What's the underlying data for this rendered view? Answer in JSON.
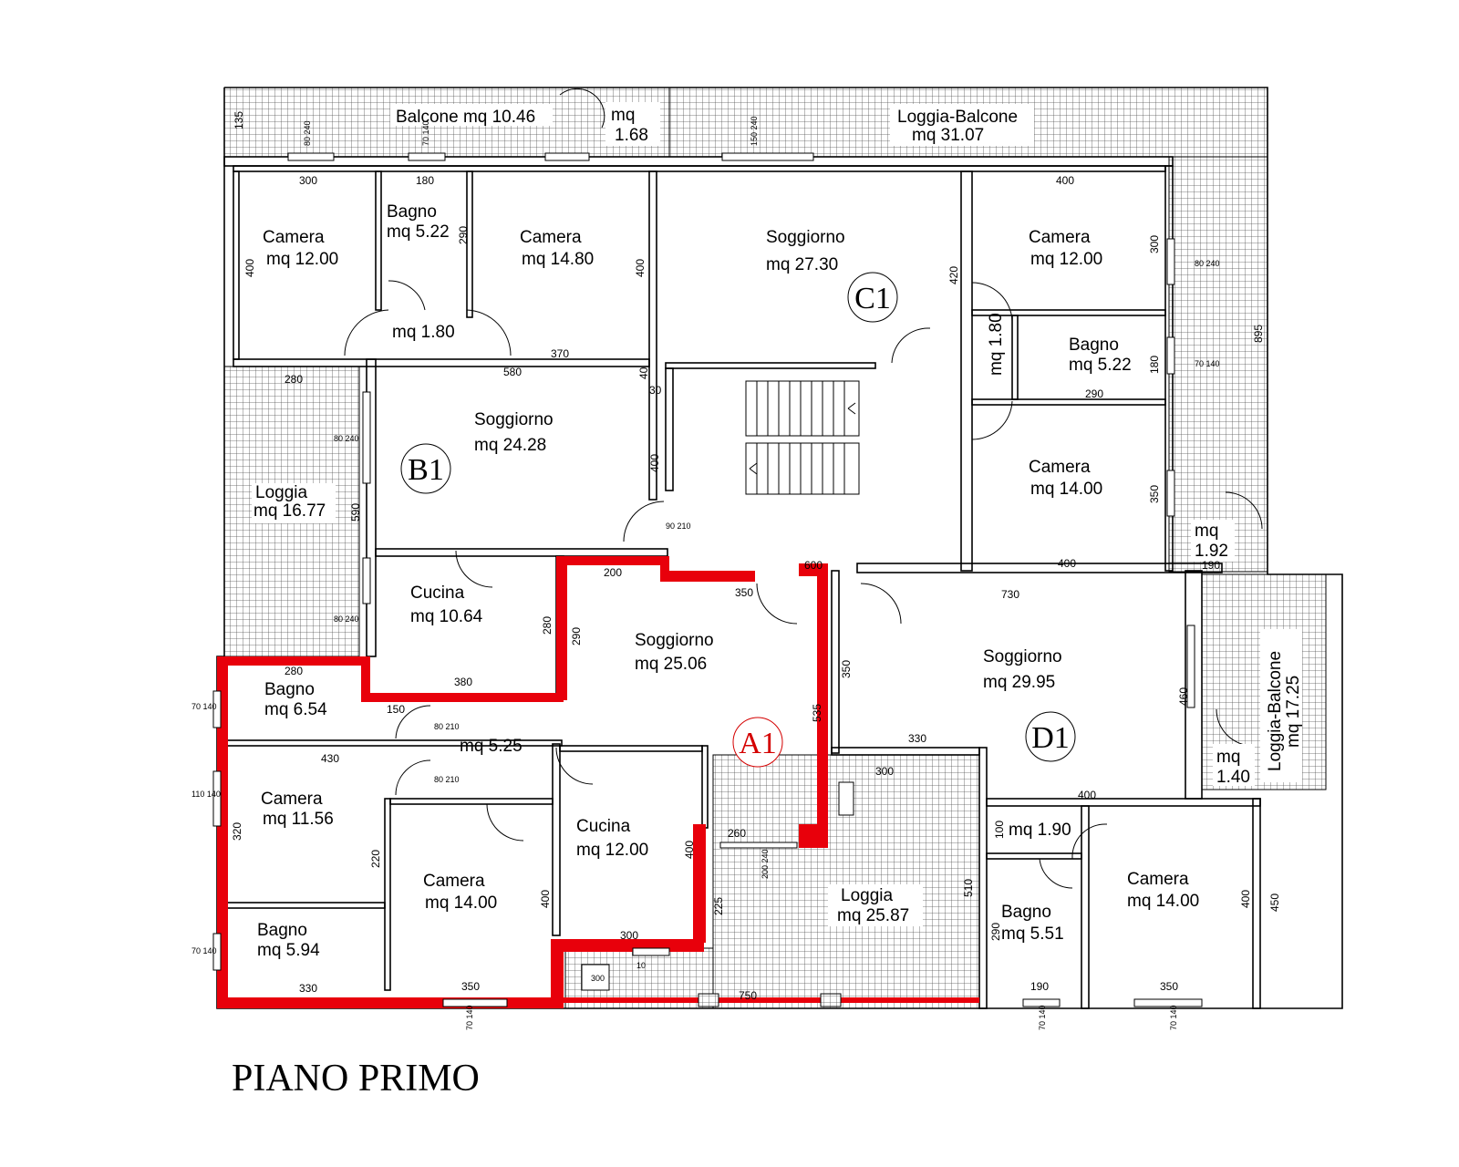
{
  "title": "PIANO PRIMO",
  "colors": {
    "walls": "#000000",
    "highlight": "#e8000b",
    "background": "#ffffff"
  },
  "units": {
    "A1": "A1",
    "B1": "B1",
    "C1": "C1",
    "D1": "D1"
  },
  "rooms": {
    "balcone_top": [
      "Balcone mq 10.46"
    ],
    "mq_168": [
      "mq",
      "1.68"
    ],
    "loggia_balcone_top": [
      "Loggia-Balcone",
      "mq 31.07"
    ],
    "b_camera_1": [
      "Camera",
      "mq 12.00"
    ],
    "b_bagno": [
      "Bagno",
      "mq 5.22"
    ],
    "b_camera_2": [
      "Camera",
      "mq 14.80"
    ],
    "b_disimpegno": [
      "mq 1.80"
    ],
    "b_soggiorno": [
      "Soggiorno",
      "mq 24.28"
    ],
    "b_loggia": [
      "Loggia",
      "mq 16.77"
    ],
    "b_cucina": [
      "Cucina",
      "mq 10.64"
    ],
    "c_soggiorno": [
      "Soggiorno",
      "mq 27.30"
    ],
    "c_camera_1": [
      "Camera",
      "mq 12.00"
    ],
    "c_bagno": [
      "Bagno",
      "mq 5.22"
    ],
    "c_disimpegno": [
      "mq 1.80"
    ],
    "c_camera_2": [
      "Camera",
      "mq 14.00"
    ],
    "c_mq_192": [
      "mq",
      "1.92"
    ],
    "a_soggiorno": [
      "Soggiorno",
      "mq 25.06"
    ],
    "a_bagno_1": [
      "Bagno",
      "mq 6.54"
    ],
    "a_disimpegno": [
      "mq 5.25"
    ],
    "a_camera_1": [
      "Camera",
      "mq 11.56"
    ],
    "a_cucina": [
      "Cucina",
      "mq 12.00"
    ],
    "a_camera_2": [
      "Camera",
      "mq 14.00"
    ],
    "a_bagno_2": [
      "Bagno",
      "mq 5.94"
    ],
    "a_loggia": [
      "Loggia",
      "mq 25.87"
    ],
    "d_soggiorno": [
      "Soggiorno",
      "mq 29.95"
    ],
    "d_loggia_balcone": [
      "Loggia-Balcone",
      "mq 17.25"
    ],
    "d_mq_140": [
      "mq",
      "1.40"
    ],
    "d_disimpegno": [
      "mq 1.90"
    ],
    "d_bagno": [
      "Bagno",
      "mq 5.51"
    ],
    "d_camera": [
      "Camera",
      "mq 14.00"
    ]
  },
  "dimensions": [
    "135",
    "300",
    "180",
    "400",
    "290",
    "400",
    "370",
    "580",
    "280",
    "590",
    "400",
    "30",
    "40",
    "420",
    "400",
    "300",
    "180",
    "290",
    "350",
    "400",
    "895",
    "190",
    "200",
    "600",
    "350",
    "280",
    "380",
    "290",
    "730",
    "535",
    "350",
    "460",
    "280",
    "150",
    "430",
    "320",
    "220",
    "400",
    "330",
    "350",
    "400",
    "300",
    "260",
    "225",
    "510",
    "300",
    "750",
    "330",
    "400",
    "100",
    "290",
    "190",
    "400",
    "350",
    "450"
  ],
  "openings": [
    "80 240",
    "70 140",
    "80 210",
    "150 240",
    "200 240",
    "110 140",
    "90 210",
    "300",
    "10"
  ]
}
